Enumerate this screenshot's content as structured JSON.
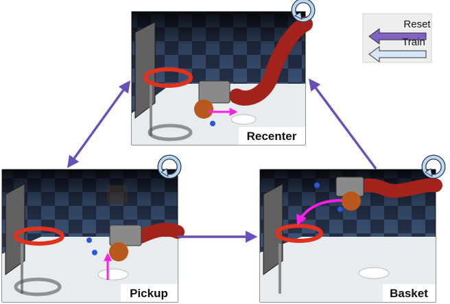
{
  "panels": {
    "recenter": {
      "label": "Recenter"
    },
    "pickup": {
      "label": "Pickup"
    },
    "basket": {
      "label": "Basket"
    }
  },
  "legend": {
    "reset_label": "Reset",
    "train_label": "Train"
  },
  "colors": {
    "reset_arrow": "#7f62c4",
    "train_arrow": "#d6e8f8",
    "flow_arrow": "#6a4fb8",
    "motion_arrow": "#ff1ee6",
    "loop_icon": "#bcd8ef",
    "robot_arm": "#a3221b",
    "hoop": "#e0321f",
    "ball": "#b8581c",
    "gripper_tip": "#2c56d8"
  },
  "icons": [
    "loop-arrow-icon",
    "reset-arrow-icon",
    "train-arrow-icon"
  ]
}
